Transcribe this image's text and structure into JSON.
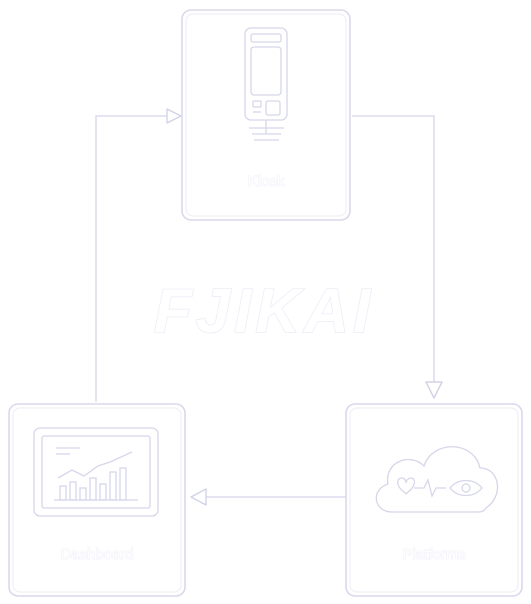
{
  "logo": {
    "text": "FJIKAI"
  },
  "nodes": {
    "device": {
      "label": "Kiosk",
      "icon": "payment-terminal-icon"
    },
    "platform": {
      "label": "Platforms",
      "icon": "cloud-icon"
    },
    "dashboard": {
      "label": "Dashboard",
      "icon": "tablet-chart-icon"
    }
  },
  "colors": {
    "background": "#ffffff",
    "outline": "#d9d9ec"
  }
}
